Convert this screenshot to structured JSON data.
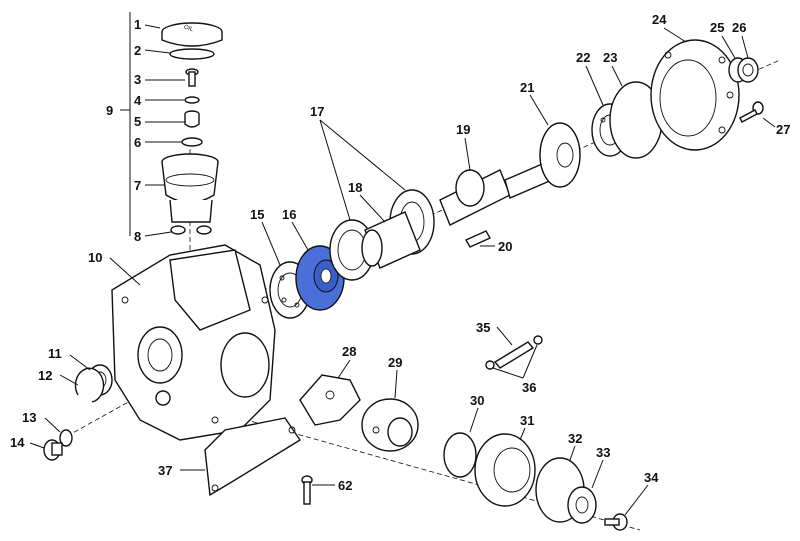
{
  "labels": {
    "p1": "1",
    "p2": "2",
    "p3": "3",
    "p4": "4",
    "p5": "5",
    "p6": "6",
    "p7": "7",
    "p8": "8",
    "p9": "9",
    "p10": "10",
    "p11": "11",
    "p12": "12",
    "p13": "13",
    "p14": "14",
    "p15": "15",
    "p16": "16",
    "p17": "17",
    "p18": "18",
    "p19": "19",
    "p20": "20",
    "p21": "21",
    "p22": "22",
    "p23": "23",
    "p24": "24",
    "p25": "25",
    "p26": "26",
    "p27": "27",
    "p28": "28",
    "p29": "29",
    "p30": "30",
    "p31": "31",
    "p32": "32",
    "p33": "33",
    "p34": "34",
    "p35": "35",
    "p36": "36",
    "p37": "37",
    "p62": "62"
  },
  "oil_cap_text": "OIL",
  "colors": {
    "highlight": "#4a6fd8",
    "line": "#111111",
    "background": "#ffffff"
  }
}
